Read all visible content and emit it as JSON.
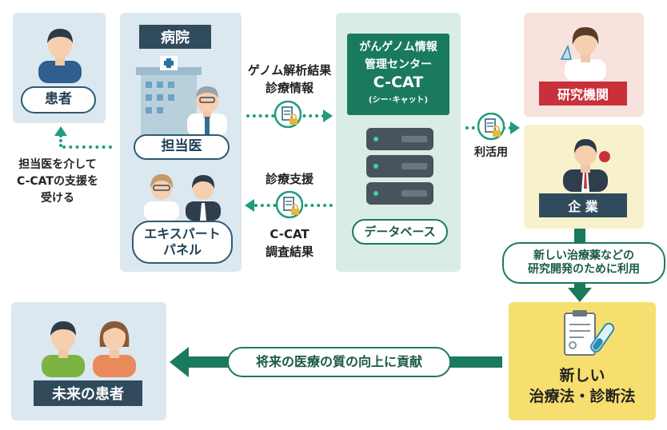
{
  "patient": {
    "label": "患者"
  },
  "hospital": {
    "title": "病院",
    "doctor_label": "担当医",
    "panel_label_line1": "エキスパート",
    "panel_label_line2": "パネル"
  },
  "note_left": {
    "line1": "担当医を介して",
    "line2": "C-CATの支援を",
    "line3": "受ける"
  },
  "arrow_top": {
    "line1": "ゲノム解析結果",
    "line2": "診療情報"
  },
  "arrow_bottom": {
    "top": "診療支援",
    "line1": "C-CAT",
    "line2": "調査結果"
  },
  "ccat": {
    "line1": "がんゲノム情報",
    "line2": "管理センター",
    "line3": "C-CAT",
    "line4": "(シー･キャット)",
    "db_label": "データベース"
  },
  "use_label": "利活用",
  "research": {
    "label": "研究機関"
  },
  "company": {
    "label": "企 業"
  },
  "usage_pill": {
    "line1": "新しい治療薬などの",
    "line2": "研究開発のために利用"
  },
  "new_methods": {
    "line1": "新しい",
    "line2": "治療法・診断法"
  },
  "contribution": "将来の医療の質の向上に貢献",
  "future_patients": {
    "label": "未来の患者"
  },
  "colors": {
    "teal": "#1e9c7c",
    "dark_green": "#1a7a5e",
    "navy": "#2d5a75",
    "dark_label": "#2f4b5c",
    "red_label": "#c8303a"
  }
}
